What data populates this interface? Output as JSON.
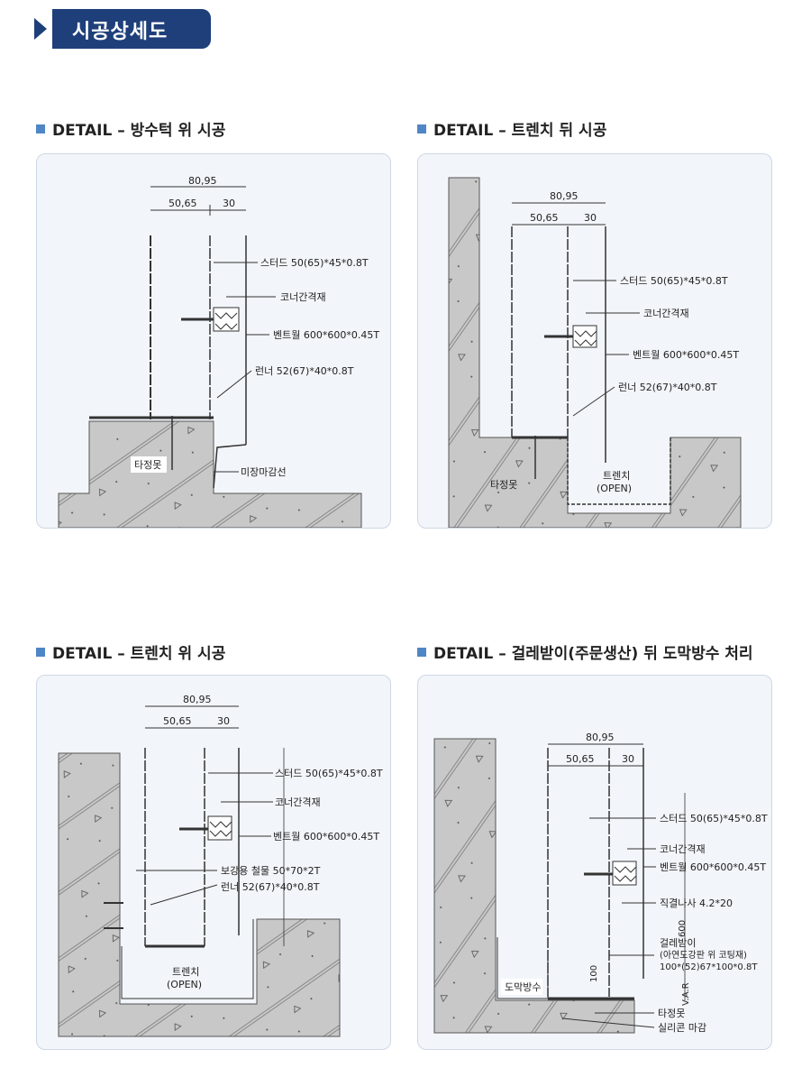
{
  "header": {
    "title": "시공상세도"
  },
  "sections": [
    {
      "title": "DETAIL – 방수턱 위 시공"
    },
    {
      "title": "DETAIL – 트렌치 뒤 시공"
    },
    {
      "title": "DETAIL – 트렌치 위 시공"
    },
    {
      "title": "DETAIL – 걸레받이(주문생산) 뒤 도막방수 처리"
    }
  ],
  "labels": {
    "dim_total": "80,95",
    "dim_a": "50,65",
    "dim_b": "30",
    "stud": "스터드 50(65)*45*0.8T",
    "corner": "코너간격재",
    "ventwall": "벤트월 600*600*0.45T",
    "runner": "런너 52(67)*40*0.8T",
    "nail": "타정못",
    "finish_line": "미장마감선",
    "trench": "트렌치",
    "trench_open": "(OPEN)",
    "steel": "보강용 철물 50*70*2T",
    "screw": "직결나사 4.2*20",
    "base1": "걸레받이",
    "base2": "(아연도강판 위 코팅재)",
    "base3": "100*(52)67*100*0.8T",
    "waterproof": "도막방수",
    "silicone": "실리콘 마감",
    "dim_600": "600",
    "dim_100": "100",
    "dim_var": "V.A.R"
  },
  "colors": {
    "accent": "#1e3f7a",
    "bullet": "#4f86c6",
    "panel_bg": "#f2f5f9",
    "concrete": "#c8c8c8"
  }
}
